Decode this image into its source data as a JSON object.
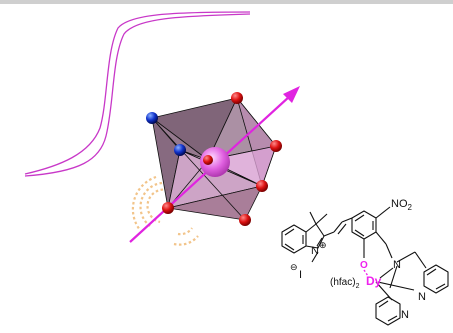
{
  "colors": {
    "hysteresis": "#c838c8",
    "axis_arrow": "#e024e0",
    "polyhedron_fill": "#8a6a82",
    "polyhedron_front": "#d8a0d2",
    "central_ion": "#e060e0",
    "oxygen": "#dd1111",
    "nitrogen": "#1133cc",
    "relaxation_rings": "#f2c48a",
    "dy_label": "#ee22ee",
    "bonds": "#111111"
  },
  "structure": {
    "no2_label": "NO",
    "no2_subscript": "2",
    "n_plus_label": "N",
    "plus_sign": "⊕",
    "iodide_label": "I",
    "minus_sign": "⊖",
    "hfac_label": "(hfac)",
    "hfac_subscript": "2",
    "dy_label": "Dy",
    "o_label": "O",
    "n_amine_label": "N",
    "n_pyridine_label": "N"
  }
}
